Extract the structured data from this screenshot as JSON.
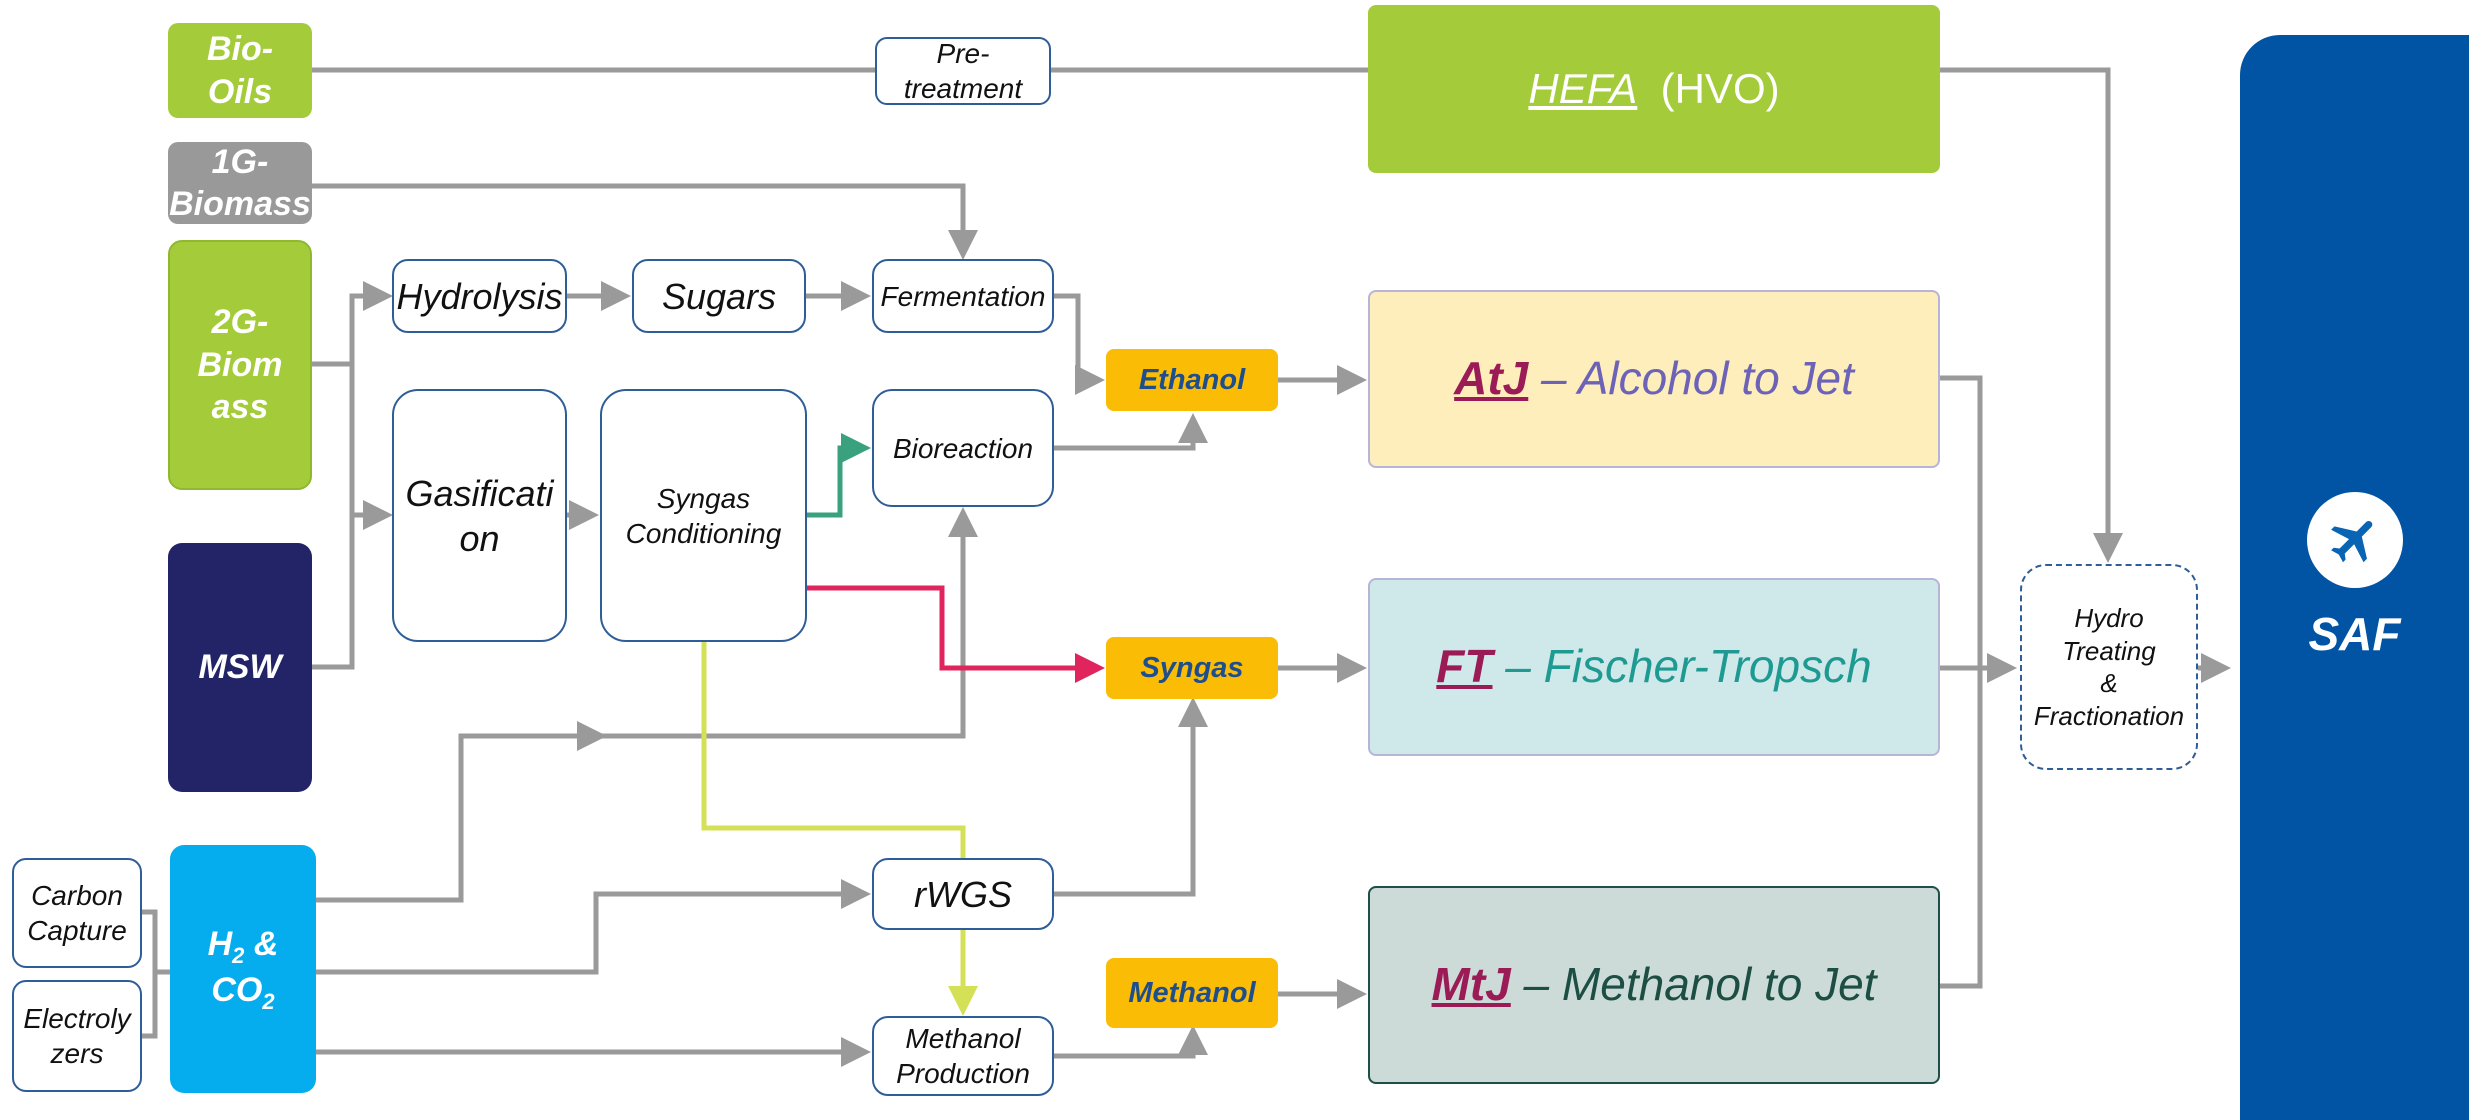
{
  "colors": {
    "flow_arrow": "#9a9a9a",
    "syngas_to_bio_arrow": "#3aa17e",
    "syngas_arrow": "#e0245e",
    "rwgs_arrow": "#d4e157",
    "bio_oils": "#a4cc3a",
    "biomass_1g": "#999999",
    "biomass_2g": "#a4cc3a",
    "msw": "#232468",
    "h2_co2": "#05adef",
    "hefa": "#a4cc3a",
    "atj": "#fdeebc",
    "ft": "#cfe9ea",
    "mtj": "#cddbd8",
    "saf": "#0154a4",
    "intermediate": "#fbbc05",
    "process_border": "#2e5d97"
  },
  "sources": {
    "bio_oils": "Bio-\nOils",
    "biomass_1g": "1G-\nBiomass",
    "biomass_2g": "2G-\nBiom\nass",
    "msw": "MSW",
    "h2_co2": {
      "h": "H",
      "sub2": "2",
      "amp": "&",
      "co": "CO",
      "sub2b": "2"
    },
    "carbon_capture": "Carbon\nCapture",
    "electrolyzers": "Electroly\nzers"
  },
  "processes": {
    "pretreatment": "Pre-\ntreatment",
    "hydrolysis": "Hydrolysis",
    "sugars": "Sugars",
    "fermentation": "Fermentation",
    "gasification": "Gasificati\non",
    "syngas_conditioning": "Syngas\nConditioning",
    "bioreaction": "Bioreaction",
    "rwgs": "rWGS",
    "methanol_production": "Methanol\nProduction",
    "hydrotreating": "Hydro\nTreating\n&\nFractionation"
  },
  "intermediates": {
    "ethanol": "Ethanol",
    "syngas": "Syngas",
    "methanol": "Methanol"
  },
  "pathways": {
    "hefa": {
      "abbr": "HEFA",
      "rest": "  (HVO)"
    },
    "atj": {
      "abbr": "AtJ",
      "rest": " – Alcohol to Jet"
    },
    "ft": {
      "abbr": "FT",
      "rest": " – Fischer-Tropsch"
    },
    "mtj": {
      "abbr": "MtJ",
      "rest": " – Methanol to Jet"
    }
  },
  "saf": {
    "label": "SAF",
    "icon": "airplane-icon"
  }
}
